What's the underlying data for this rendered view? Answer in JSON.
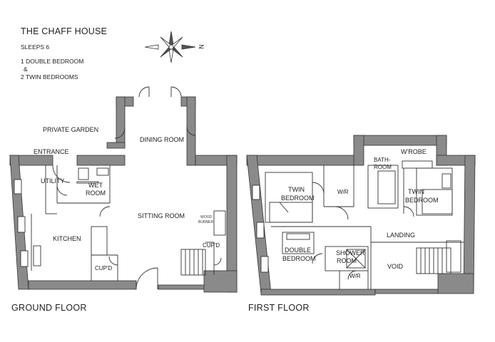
{
  "header": {
    "title": "THE CHAFF HOUSE",
    "sleeps": "SLEEPS 6",
    "line1": "1 DOUBLE BEDROOM",
    "amp": "&",
    "line2": "2 TWIN BEDROOMS"
  },
  "compass": {
    "label": "N"
  },
  "ground_floor": {
    "label": "GROUND FLOOR",
    "rooms": {
      "private_garden": "PRIVATE GARDEN",
      "entrance": "ENTRANCE",
      "dining_room": "DINING ROOM",
      "utility": "UTILITY",
      "wet_room_1": "WET",
      "wet_room_2": "ROOM",
      "sitting_room": "SITTING ROOM",
      "wood_burner_1": "WOOD",
      "wood_burner_2": "BURNER",
      "kitchen": "KITCHEN",
      "cupboard_stairs": "CUP'D",
      "cupboard_kitchen": "CUP'D"
    }
  },
  "first_floor": {
    "label": "FIRST FLOOR",
    "rooms": {
      "bathroom_1": "BATH-",
      "bathroom_2": "ROOM",
      "wardrobe": "W'ROBE",
      "twin_left_1": "TWIN",
      "twin_left_2": "BEDROOM",
      "wr_upper": "W/R",
      "twin_right_1": "TWIN",
      "twin_right_2": "BEDROOM",
      "landing": "LANDING",
      "double_1": "DOUBLE",
      "double_2": "BEDROOM",
      "shower_1": "SHOWER",
      "shower_2": "ROOM",
      "wr_lower": "W/R",
      "void": "VOID"
    }
  },
  "colors": {
    "wall": "#8a8a8a",
    "line": "#333333",
    "text": "#222222"
  }
}
